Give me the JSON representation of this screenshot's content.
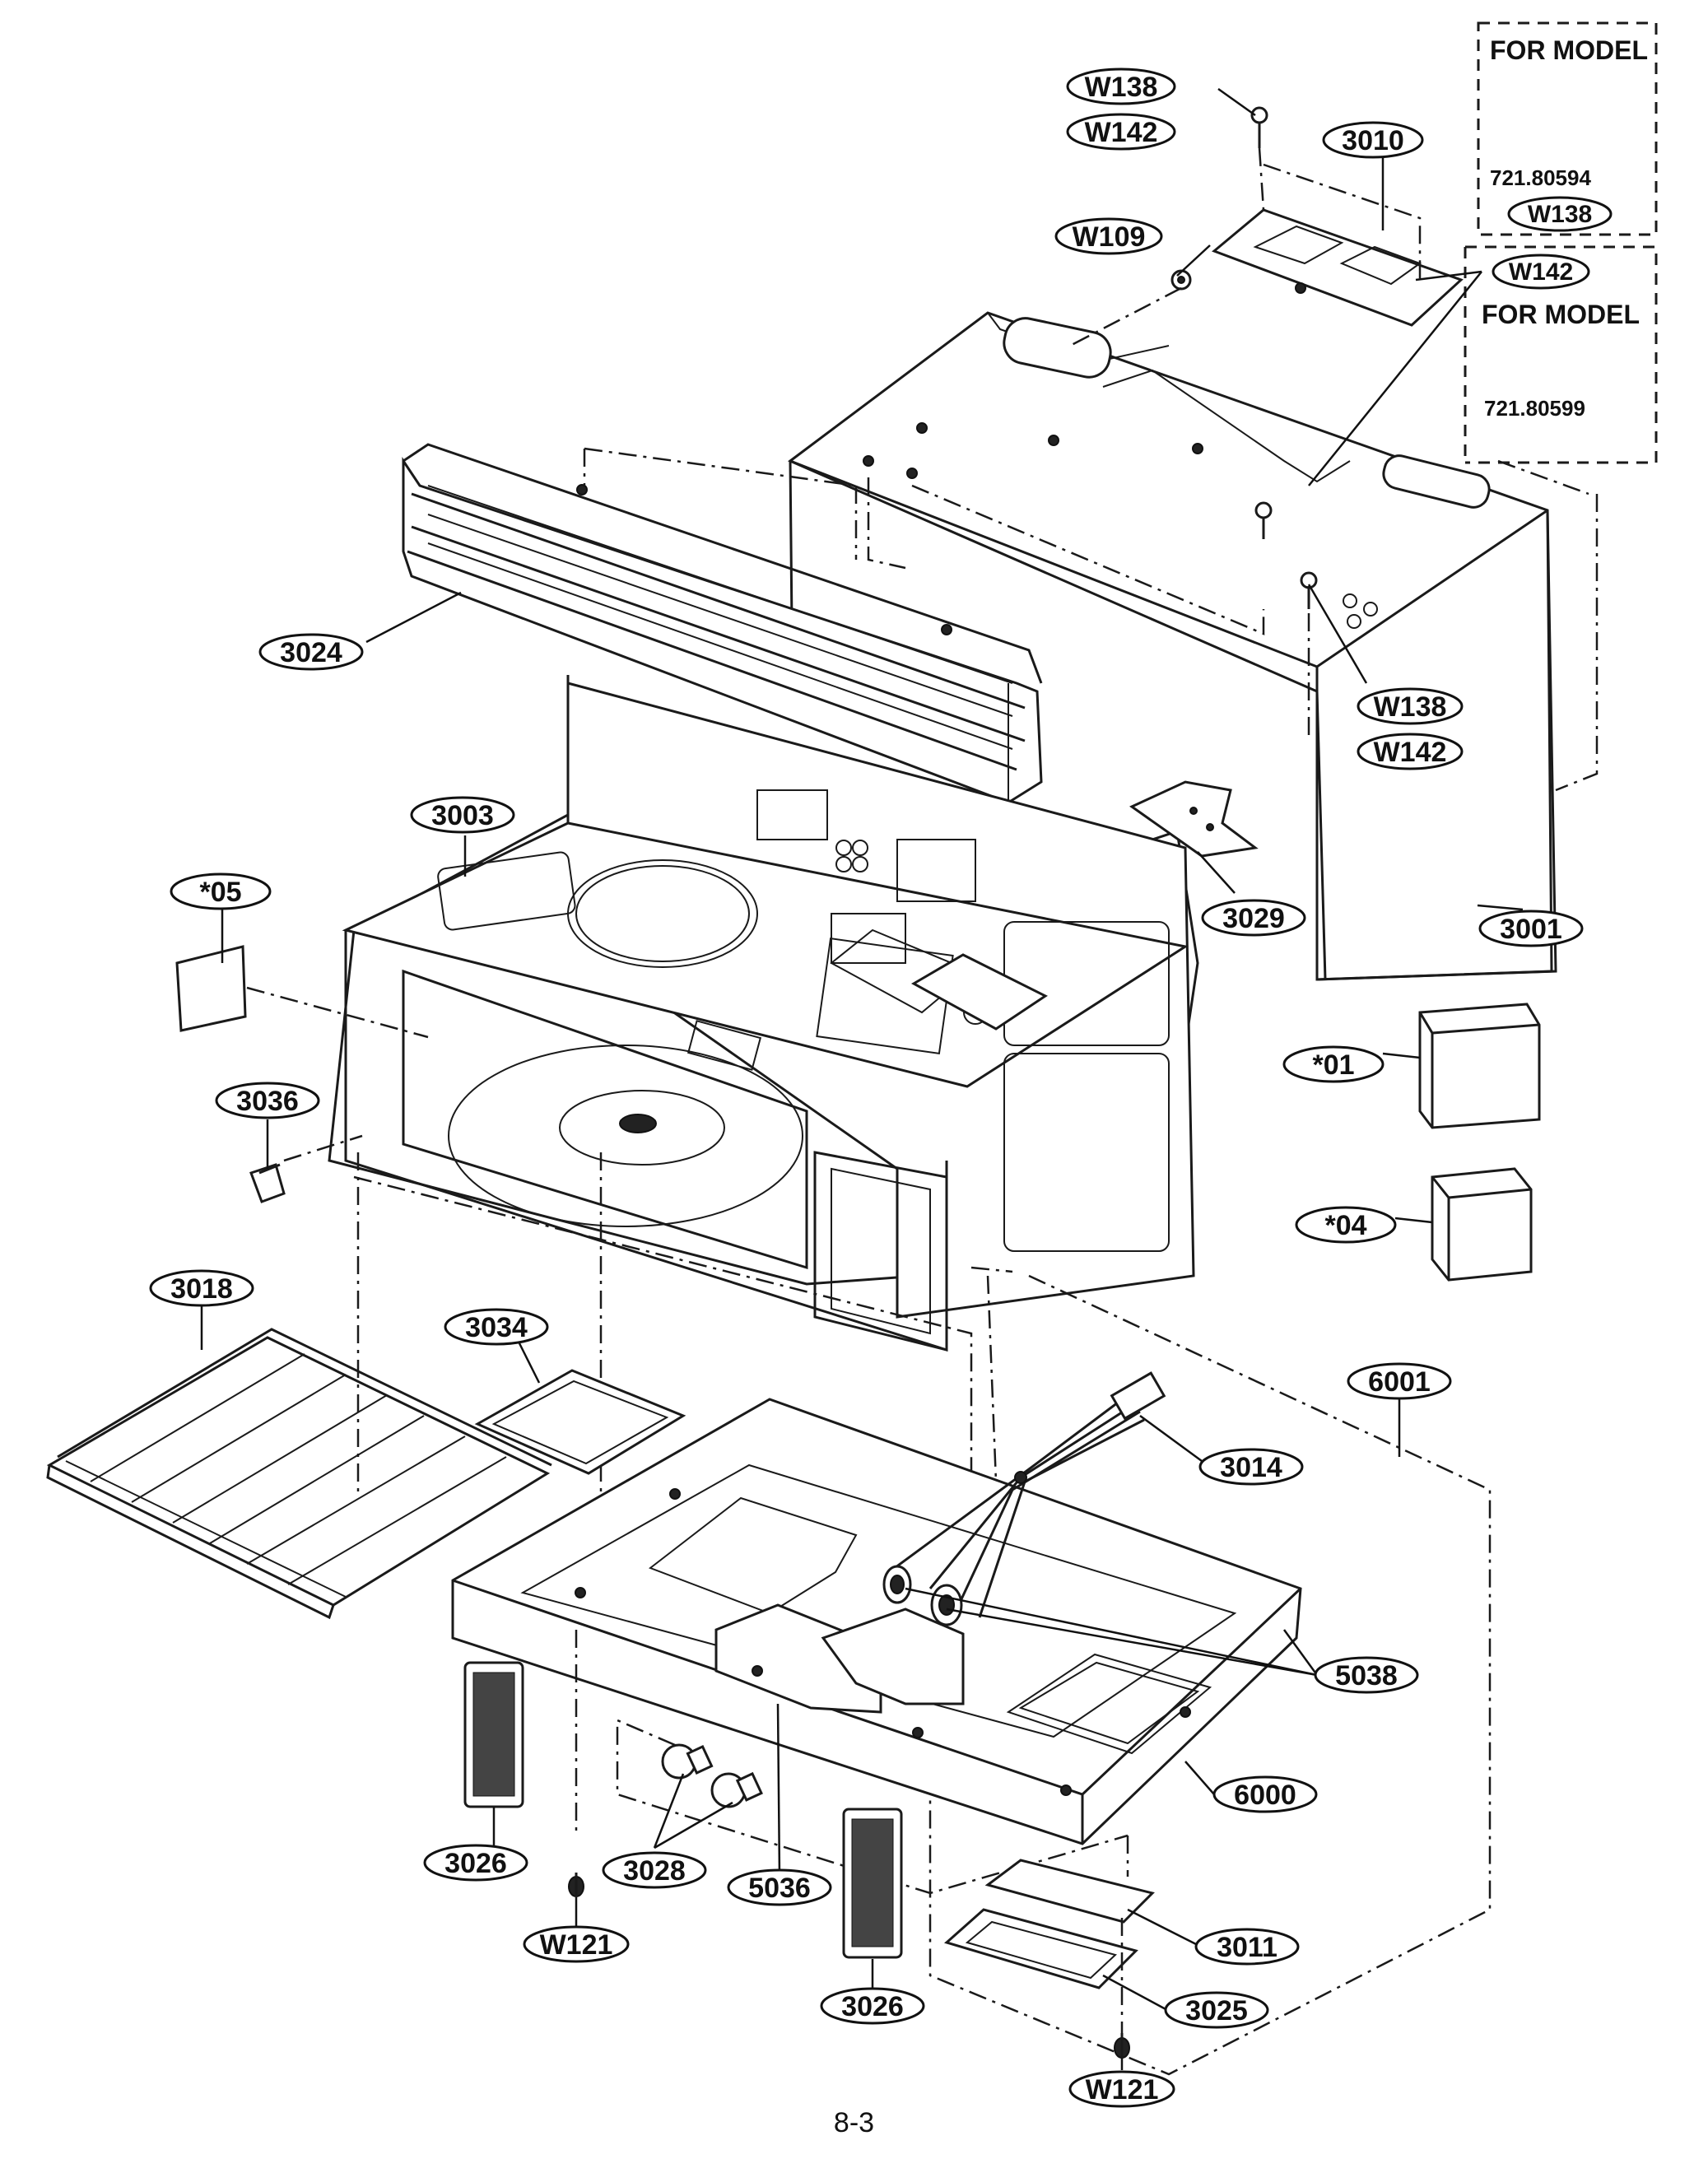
{
  "diagram": {
    "model_notes": [
      {
        "heading": "FOR MODEL",
        "model": "721.80594",
        "part": "W138"
      },
      {
        "heading": "FOR MODEL",
        "model": "721.80599",
        "part": "W142"
      }
    ],
    "callouts": [
      {
        "id": "w138-top",
        "text": "W138"
      },
      {
        "id": "w142-top",
        "text": "W142"
      },
      {
        "id": "3010",
        "text": "3010"
      },
      {
        "id": "w109",
        "text": "W109"
      },
      {
        "id": "3024",
        "text": "3024"
      },
      {
        "id": "w138-side",
        "text": "W138"
      },
      {
        "id": "w142-side",
        "text": "W142"
      },
      {
        "id": "3003",
        "text": "3003"
      },
      {
        "id": "05",
        "text": "*05"
      },
      {
        "id": "3029",
        "text": "3029"
      },
      {
        "id": "3001",
        "text": "3001"
      },
      {
        "id": "01",
        "text": "*01"
      },
      {
        "id": "3036",
        "text": "3036"
      },
      {
        "id": "04",
        "text": "*04"
      },
      {
        "id": "3018",
        "text": "3018"
      },
      {
        "id": "3034",
        "text": "3034"
      },
      {
        "id": "6001",
        "text": "6001"
      },
      {
        "id": "3014",
        "text": "3014"
      },
      {
        "id": "5038",
        "text": "5038"
      },
      {
        "id": "6000",
        "text": "6000"
      },
      {
        "id": "3026-left",
        "text": "3026"
      },
      {
        "id": "3028",
        "text": "3028"
      },
      {
        "id": "5036",
        "text": "5036"
      },
      {
        "id": "w121-left",
        "text": "W121"
      },
      {
        "id": "3011",
        "text": "3011"
      },
      {
        "id": "3026-right",
        "text": "3026"
      },
      {
        "id": "3025",
        "text": "3025"
      },
      {
        "id": "w121-right",
        "text": "W121"
      }
    ],
    "page_number": "8-3"
  }
}
